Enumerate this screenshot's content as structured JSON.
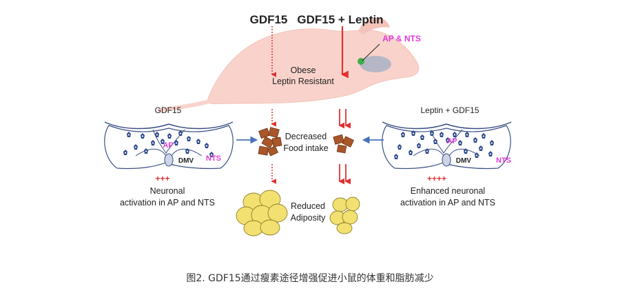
{
  "labels": {
    "gdf15_top": "GDF15",
    "gdf15_leptin_top": "GDF15 + Leptin",
    "ap_nts_mouse": "AP & NTS",
    "obese_line1": "Obese",
    "obese_line2": "Leptin Resistant",
    "left_section_title": "GDF15",
    "right_section_title": "Leptin + GDF15",
    "ap": "AP",
    "nts": "NTS",
    "dmv": "DMV",
    "left_plus": "+++",
    "right_plus": "++++",
    "left_desc_line1": "Neuronal",
    "left_desc_line2": "activation in AP and NTS",
    "right_desc_line1": "Enhanced neuronal",
    "right_desc_line2": "activation in AP and NTS",
    "food_line1": "Decreased",
    "food_line2": "Food intake",
    "adipose_line1": "Reduced",
    "adipose_line2": "Adiposity"
  },
  "caption": "图2. GDF15通过瘦素途径增强促进小鼠的体重和脂肪减少",
  "colors": {
    "mouse": "#f9d3cb",
    "arrow_red": "#e03030",
    "arrow_blue": "#4a72b8",
    "brain_outline": "#3a4f86",
    "neuron": "#2d4a8c",
    "magenta": "#e03ad8",
    "food": "#a8562a",
    "fat": "#f2e070",
    "green_dot": "#3fae49"
  }
}
